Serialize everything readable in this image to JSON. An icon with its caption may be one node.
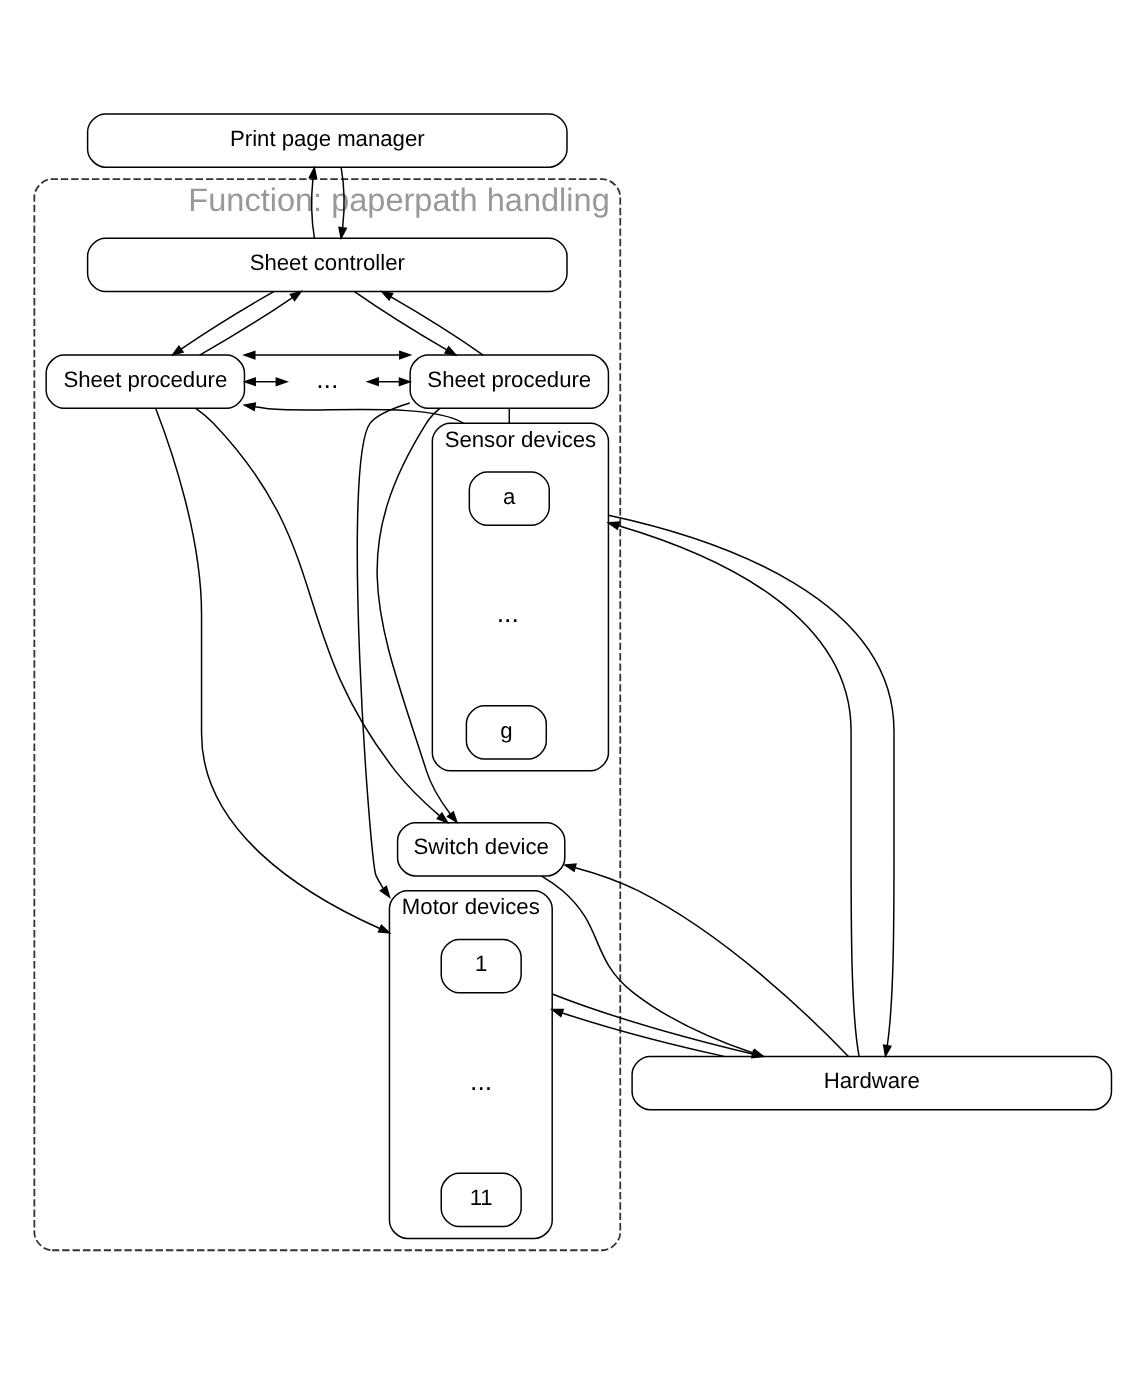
{
  "diagram": {
    "nodes": [
      {
        "text": [
          "Print page manager"
        ]
      },
      {
        "text": [
          "Function: paperpath handling"
        ]
      },
      {
        "text": [
          "Sheet controller"
        ],
        "in": 1
      },
      {
        "text": [
          "Sheet procedure"
        ],
        "in": 1
      },
      {
        "text": [
          "..."
        ],
        "in": 1
      },
      {
        "text": [
          "Sheet procedure"
        ],
        "in": 1
      },
      {
        "text": [
          "Sensor devices"
        ],
        "in": 1
      },
      {
        "text": [
          "a"
        ],
        "in": 6
      },
      {
        "text": [
          "g"
        ],
        "in": 6
      },
      {
        "text": [
          "Switch device"
        ],
        "in": 1
      },
      {
        "text": [
          "Motor devices"
        ],
        "in": 1
      },
      {
        "text": [
          "1"
        ],
        "in": 10
      },
      {
        "text": [
          "11"
        ],
        "in": 10
      },
      {
        "text": [
          "Hardware"
        ]
      }
    ],
    "edges": [
      {
        "from": 2,
        "to": 0,
        "arrow": "to"
      },
      {
        "from": 0,
        "to": 2,
        "arrow": "to"
      },
      {
        "from": 3,
        "to": 2,
        "arrow": "to"
      },
      {
        "from": 2,
        "to": 3,
        "arrow": "to"
      },
      {
        "from": 5,
        "to": 2,
        "arrow": "to"
      },
      {
        "from": 2,
        "to": 5,
        "arrow": "to"
      },
      {
        "from": 3,
        "to": 5,
        "arrow": "both"
      },
      {
        "from": 3,
        "to": 4,
        "arrow": "both"
      },
      {
        "from": 4,
        "to": 5,
        "arrow": "both"
      },
      {
        "from": 6,
        "to": 3,
        "arrow": "to"
      },
      {
        "from": 3,
        "to": 9,
        "arrow": "to"
      },
      {
        "from": 3,
        "to": 10,
        "arrow": "to"
      },
      {
        "from": 6,
        "to": 5,
        "arrow": "none"
      },
      {
        "from": 5,
        "to": 9,
        "arrow": "to"
      },
      {
        "from": 5,
        "to": 10,
        "arrow": "to"
      },
      {
        "from": 13,
        "to": 6,
        "arrow": "to"
      },
      {
        "from": 6,
        "to": 13,
        "arrow": "to"
      },
      {
        "from": 13,
        "to": 9,
        "arrow": "to"
      },
      {
        "from": 9,
        "to": 13,
        "arrow": "to"
      },
      {
        "from": 13,
        "to": 10,
        "arrow": "to"
      },
      {
        "from": 10,
        "to": 13,
        "arrow": "to"
      }
    ],
    "labels": [
      "...",
      "..."
    ]
  }
}
